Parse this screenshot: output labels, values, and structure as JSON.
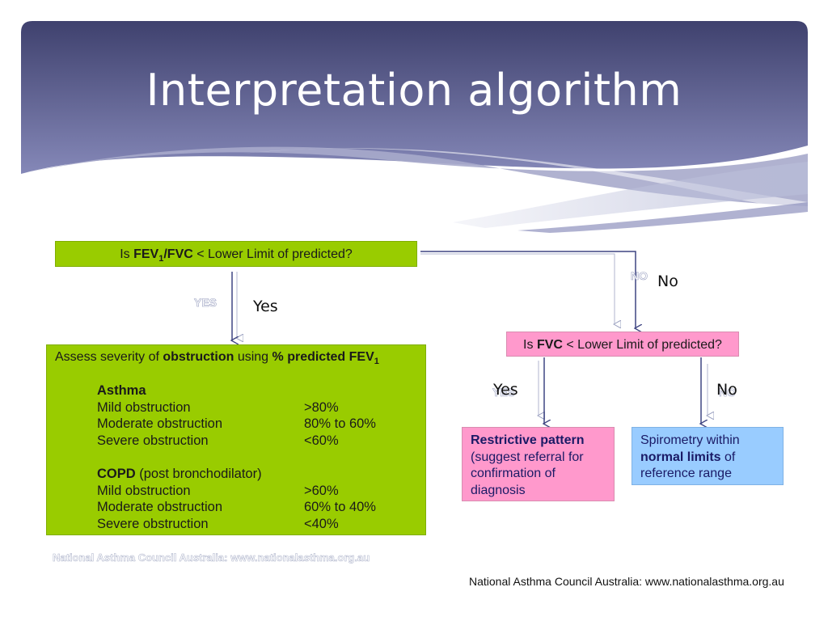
{
  "title": "Interpretation algorithm",
  "colors": {
    "green": "#99cc00",
    "pink": "#ff99cc",
    "blue": "#99ccff",
    "banner": "#5b5f92",
    "arrow": "#3f4582"
  },
  "q1": {
    "pre": "Is ",
    "bold": "FEV",
    "sub": "1",
    "bold2": "/FVC",
    "post": " < Lower Limit of predicted?"
  },
  "q2": {
    "pre": "Is ",
    "bold": "FVC",
    "post": " < Lower Limit of predicted?"
  },
  "labels": {
    "yes1": "Yes",
    "no1": "No",
    "yes2": "Yes",
    "no2": "No",
    "ghost_yes": "YES",
    "ghost_no": "NO",
    "ghost_yes2": "YES",
    "ghost_no2": "NO"
  },
  "assess": {
    "pre": "Assess severity of ",
    "bold1": "obstruction",
    "mid": " using ",
    "bold2": "% predicted FEV",
    "sub": "1",
    "asthma": {
      "heading": "Asthma",
      "rows": [
        {
          "label": "Mild obstruction",
          "value": ">80%"
        },
        {
          "label": "Moderate obstruction",
          "value": "80% to 60%"
        },
        {
          "label": "Severe obstruction",
          "value": "<60%"
        }
      ]
    },
    "copd": {
      "heading": "COPD",
      "note": " (post bronchodilator)",
      "rows": [
        {
          "label": "Mild obstruction",
          "value": ">60%"
        },
        {
          "label": "Moderate obstruction",
          "value": "60% to 40%"
        },
        {
          "label": "Severe obstruction",
          "value": "<40%"
        }
      ]
    }
  },
  "restrictive": {
    "bold": "Restrictive pattern",
    "rest": "(suggest referral for confirmation of diagnosis"
  },
  "normal": {
    "pre": "Spirometry within ",
    "bold": "normal limits",
    "post": " of reference range"
  },
  "footer_ghost": "National Asthma Council Australia: www.nationalasthma.org.au",
  "footer": "National Asthma Council Australia: www.nationalasthma.org.au"
}
